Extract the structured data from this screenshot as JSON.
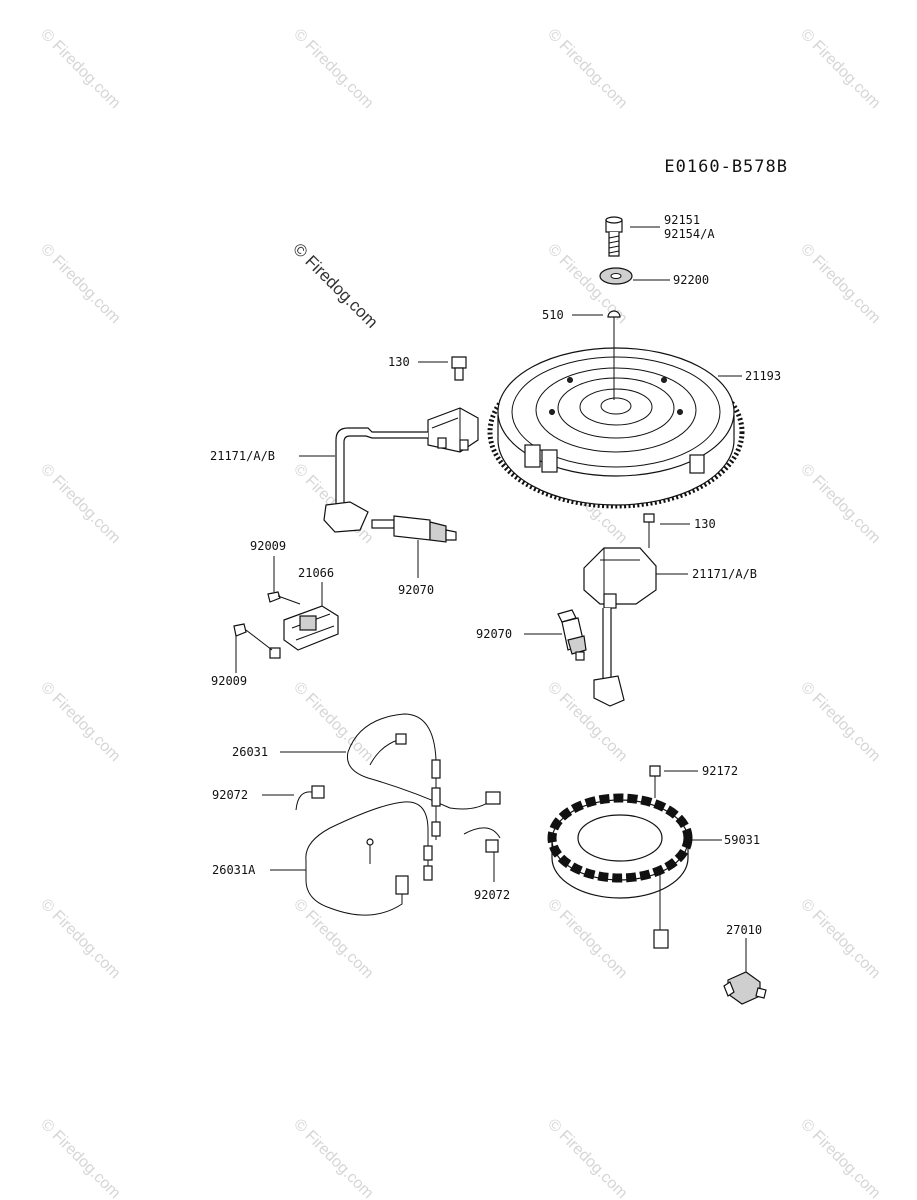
{
  "diagram_code": "E0160-B578B",
  "watermark_text": "© Firedog.com",
  "parts": {
    "bolt_top_a": "92151",
    "bolt_top_b": "92154/A",
    "washer": "92200",
    "key": "510",
    "flywheel": "21193",
    "bolt_coil_left": "130",
    "coil_left": "21171/A/B",
    "spark_plug_left": "92070",
    "screw_upper": "92009",
    "module": "21066",
    "screw_lower": "92009",
    "bolt_coil_right": "130",
    "coil_right": "21171/A/B",
    "spark_plug_right": "92070",
    "harness": "26031",
    "connector_left": "92072",
    "harness_a": "26031A",
    "connector_right": "92072",
    "bolt_stator": "92172",
    "stator": "59031",
    "switch": "27010"
  },
  "colors": {
    "line": "#111111",
    "watermark": "#d6d6d6"
  }
}
